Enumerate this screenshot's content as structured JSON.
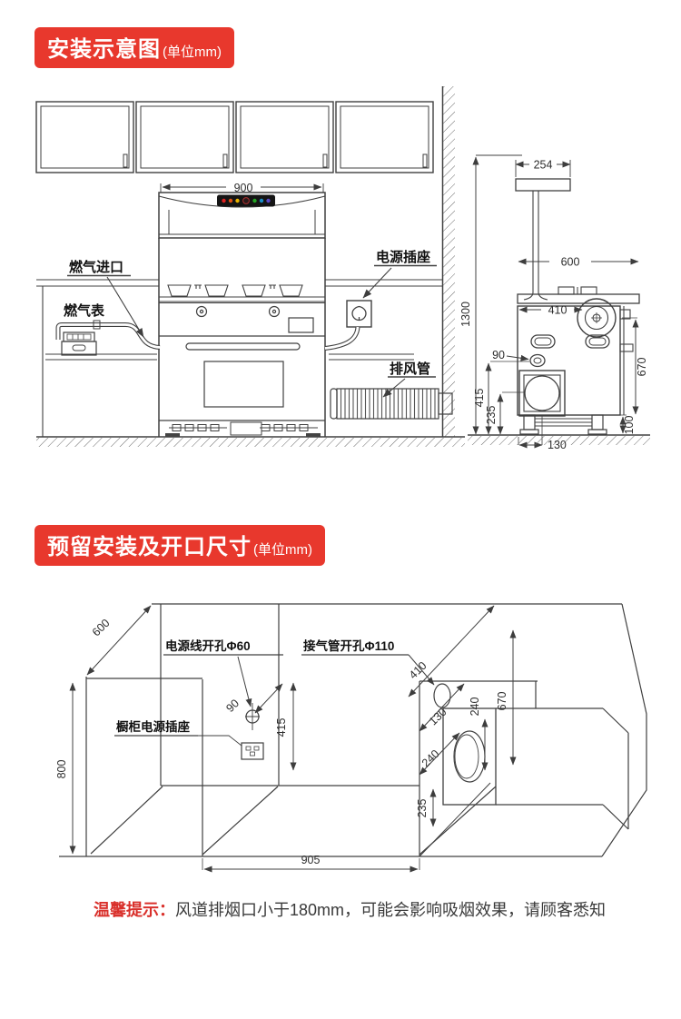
{
  "section1": {
    "title": "安装示意图",
    "unit": "(单位mm)"
  },
  "section2": {
    "title": "预留安装及开口尺寸",
    "unit": "(单位mm)"
  },
  "colors": {
    "banner": "#e8382d",
    "note_red": "#d9302b",
    "line": "#404040"
  },
  "leds": [
    "#e02222",
    "#e05212",
    "#e9b400",
    "#2a1a1a",
    "#22a522",
    "#1a8fc8",
    "#5a48c8"
  ],
  "diagram1": {
    "dim_900": "900",
    "label_gas_inlet": "燃气进口",
    "label_gas_meter": "燃气表",
    "label_power_socket": "电源插座",
    "label_exhaust_pipe": "排风管",
    "side": {
      "dim_254": "254",
      "dim_600": "600",
      "dim_410": "410",
      "dim_1300": "1300",
      "dim_90": "90",
      "dim_415": "415",
      "dim_235": "235",
      "dim_670": "670",
      "dim_100": "100",
      "dim_130": "130"
    }
  },
  "diagram2": {
    "label_power_hole": "电源线开孔Φ60",
    "label_gas_hole": "接气管开孔Φ110",
    "label_cabinet_socket": "橱柜电源插座",
    "dim_600": "600",
    "dim_800": "800",
    "dim_905": "905",
    "dim_90": "90",
    "dim_415": "415",
    "dim_410": "410",
    "dim_130": "130",
    "dim_240_vertical": "240",
    "dim_240_diagonal": "240",
    "dim_670": "670",
    "dim_235": "235"
  },
  "note": {
    "prefix": "温馨提示：",
    "text": "风道排烟口小于180mm，可能会影响吸烟效果，请顾客悉知"
  }
}
